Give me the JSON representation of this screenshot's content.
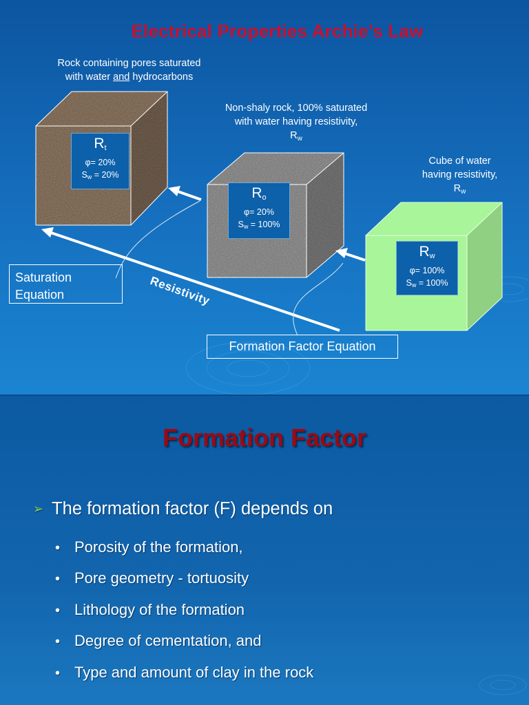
{
  "slide1": {
    "title": "Electrical Properties Archie’s Law",
    "caption_rt": {
      "line1": "Rock containing pores saturated",
      "line2_pre": "with water ",
      "line2_u": "and",
      "line2_post": " hydrocarbons"
    },
    "caption_ro": {
      "line1": "Non-shaly rock, 100% saturated",
      "line2": "with water having resistivity,",
      "line3_main": "R",
      "line3_sub": "w"
    },
    "caption_rw": {
      "line1": "Cube of water",
      "line2": "having resistivity,",
      "line3_main": "R",
      "line3_sub": "w"
    },
    "cube_rt": {
      "symbol": "R",
      "sub": "t",
      "phi": "φ= 20%",
      "sw_main": "S",
      "sw_sub": "w",
      "sw_val": " = 20%",
      "fill": "#8e7b68"
    },
    "cube_ro": {
      "symbol": "R",
      "sub": "o",
      "phi": "φ= 20%",
      "sw_main": "S",
      "sw_sub": "w",
      "sw_val": " = 100%",
      "fill": "#9b9b9b"
    },
    "cube_rw": {
      "symbol": "R",
      "sub": "w",
      "phi": "φ= 100%",
      "sw_main": "S",
      "sw_sub": "w",
      "sw_val": " = 100%",
      "fill": "#a8f59a"
    },
    "saturation_equation": {
      "line1": "Saturation",
      "line2": "Equation"
    },
    "formation_factor_equation": "Formation Factor Equation",
    "resistivity_label": "Resistivity"
  },
  "slide2": {
    "title": "Formation Factor",
    "lead": "The formation factor (F) depends on",
    "lead_marker": "➢",
    "bullet_marker": "•",
    "bullets": [
      "Porosity of the formation,",
      "Pore geometry - tortuosity",
      "Lithology of the formation",
      "Degree of cementation, and",
      "Type and amount of clay in the rock"
    ]
  }
}
